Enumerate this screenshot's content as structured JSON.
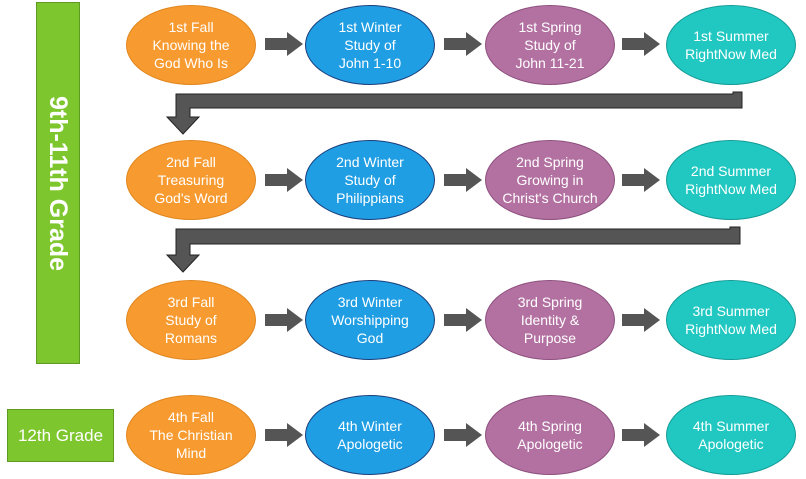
{
  "sidebar": {
    "upper_label": "9th-11th Grade",
    "lower_label": "12th Grade"
  },
  "colors": {
    "fall": "#f79a2f",
    "winter": "#1f9ee3",
    "spring": "#b371a1",
    "summer": "#21c8c2",
    "grade_label": "#7dc62e",
    "arrow": "#555555"
  },
  "rows": [
    {
      "fall": "1st Fall\nKnowing the\nGod Who Is",
      "winter": "1st Winter\nStudy of\nJohn 1-10",
      "spring": "1st Spring\nStudy of\nJohn 11-21",
      "summer": "1st Summer\nRightNow Med"
    },
    {
      "fall": "2nd Fall\nTreasuring\nGod's Word",
      "winter": "2nd Winter\nStudy of\nPhilippians",
      "spring": "2nd Spring\nGrowing in\nChrist's Church",
      "summer": "2nd Summer\nRightNow Med"
    },
    {
      "fall": "3rd Fall\nStudy of\nRomans",
      "winter": "3rd Winter\nWorshipping\nGod",
      "spring": "3rd Spring\nIdentity &\nPurpose",
      "summer": "3rd Summer\nRightNow Med"
    },
    {
      "fall": "4th Fall\nThe Christian\nMind",
      "winter": "4th Winter\nApologetic",
      "spring": "4th Spring\nApologetic",
      "summer": "4th Summer\nApologetic"
    }
  ]
}
